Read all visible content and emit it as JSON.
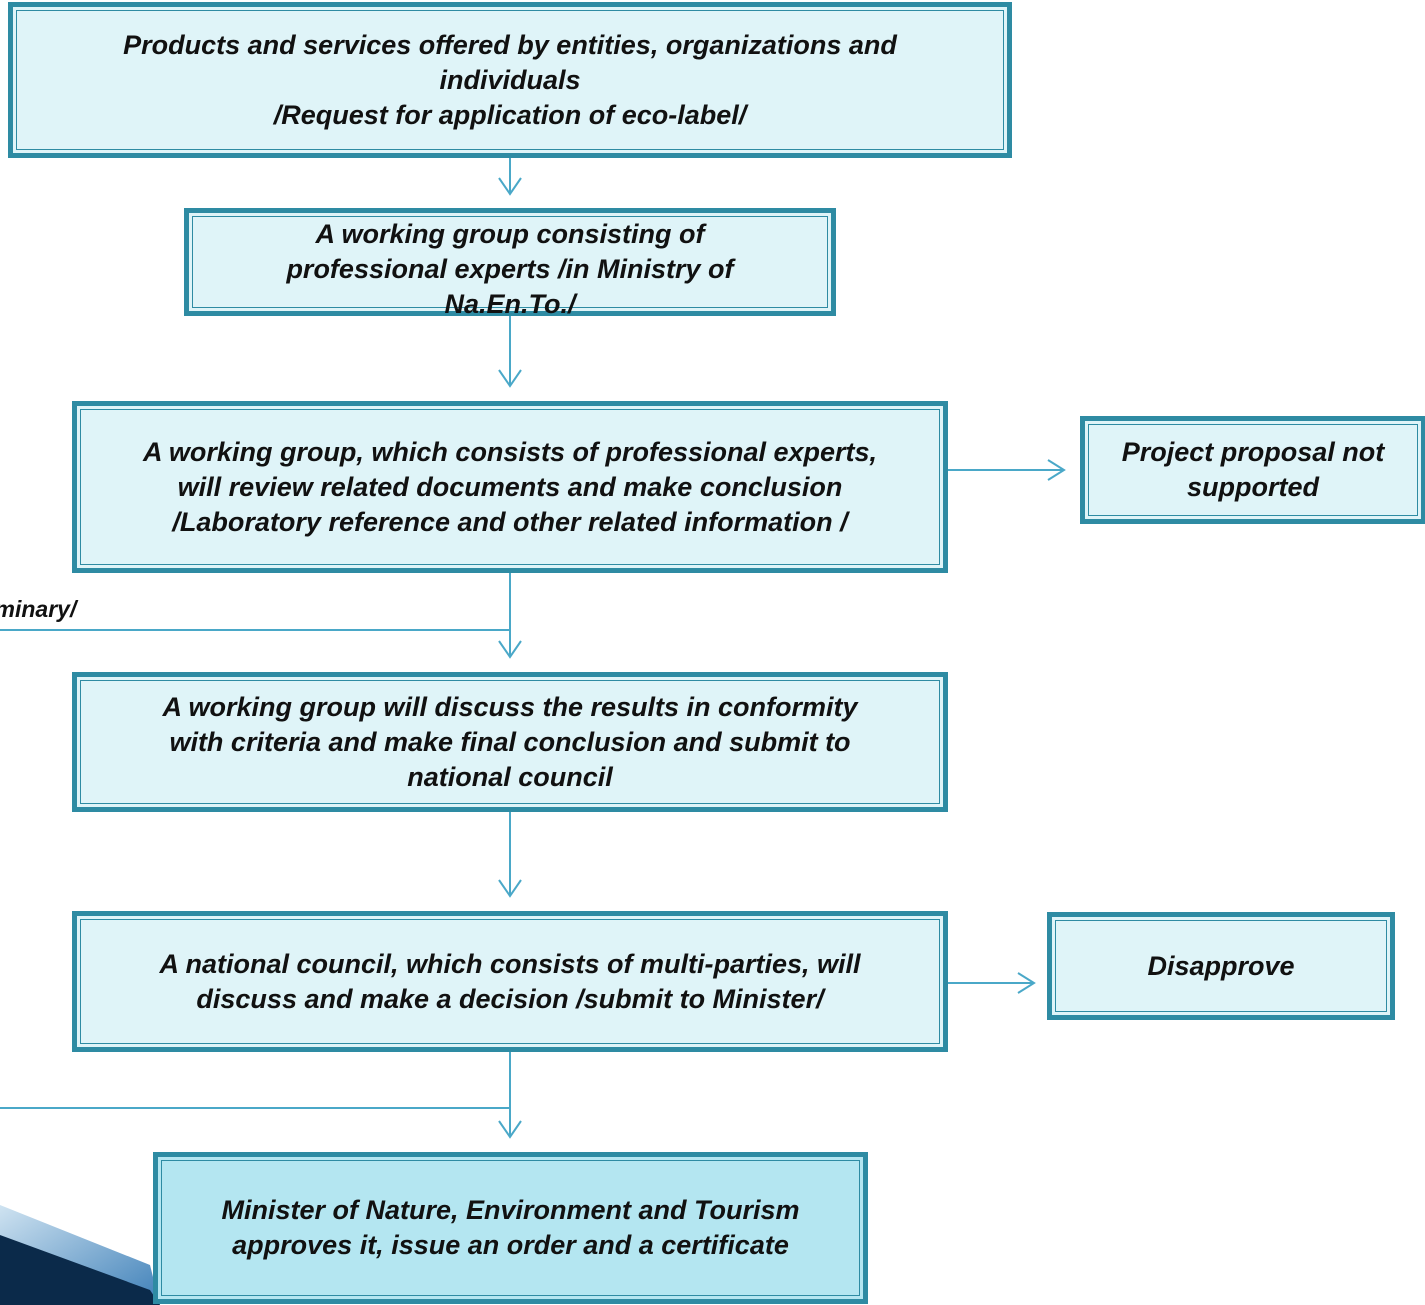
{
  "nodes": {
    "request": {
      "lines": [
        "Products and services offered by entities, organizations and",
        "individuals",
        "/Request for application of eco-label/"
      ]
    },
    "working_group": {
      "lines": [
        "A working group consisting of",
        "professional experts /in Ministry of",
        "Na.En.To./"
      ]
    },
    "review": {
      "lines": [
        "A working group, which consists of professional experts,",
        "will review related documents and make conclusion",
        "/Laboratory reference and other related information /"
      ]
    },
    "not_supported": {
      "lines": [
        "Project proposal not",
        "supported"
      ]
    },
    "discuss": {
      "lines": [
        "A working group will discuss the results in conformity",
        "with criteria and make final conclusion and submit to",
        "national council"
      ]
    },
    "council": {
      "lines": [
        "A national council, which consists of multi-parties, will",
        "discuss and make a decision /submit to Minister/"
      ]
    },
    "disapprove": {
      "lines": [
        "Disapprove"
      ]
    },
    "minister": {
      "lines": [
        "Minister of Nature, Environment and Tourism",
        "approves it, issue an order and a certificate"
      ]
    }
  },
  "edge_labels": {
    "preliminary": "reliminary/"
  },
  "colors": {
    "border": "#2e8ba3",
    "box_fill": "#dff4f8",
    "final_fill": "#b4e6f1",
    "connector": "#4aa8c8"
  }
}
